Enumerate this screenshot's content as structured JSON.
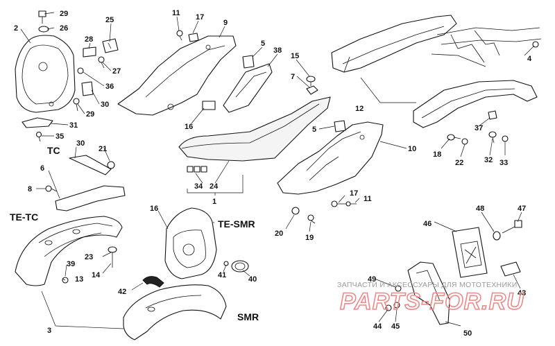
{
  "callouts": {
    "n1": "1",
    "n2": "2",
    "n3": "3",
    "n4": "4",
    "n5a": "5",
    "n5b": "5",
    "n6": "6",
    "n7": "7",
    "n8": "8",
    "n9": "9",
    "n10": "10",
    "n11a": "11",
    "n11b": "11",
    "n12": "12",
    "n13": "13",
    "n14": "14",
    "n15": "15",
    "n16a": "16",
    "n16b": "16",
    "n17a": "17",
    "n17b": "17",
    "n18": "18",
    "n19": "19",
    "n20": "20",
    "n21": "21",
    "n22": "22",
    "n23": "23",
    "n24": "24",
    "n25": "25",
    "n26": "26",
    "n27": "27",
    "n28": "28",
    "n29a": "29",
    "n29b": "29",
    "n30a": "30",
    "n30b": "30",
    "n31": "31",
    "n32": "32",
    "n33": "33",
    "n34": "34",
    "n35": "35",
    "n36": "36",
    "n37": "37",
    "n38": "38",
    "n39": "39",
    "n40": "40",
    "n41": "41",
    "n42": "42",
    "n43": "43",
    "n44": "44",
    "n45": "45",
    "n46": "46",
    "n47": "47",
    "n48": "48",
    "n49": "49",
    "n50": "50"
  },
  "variant_labels": {
    "tc": "TC",
    "te_tc": "TE-TC",
    "te_smr": "TE-SMR",
    "smr": "SMR"
  },
  "watermark": {
    "caption": "ЗАПЧАСТИ И АКСЕССУАРЫ ДЛЯ МОТОТЕХНИКИ",
    "logo": "PARTS-FOR.RU",
    "color": "#e88a8a"
  }
}
